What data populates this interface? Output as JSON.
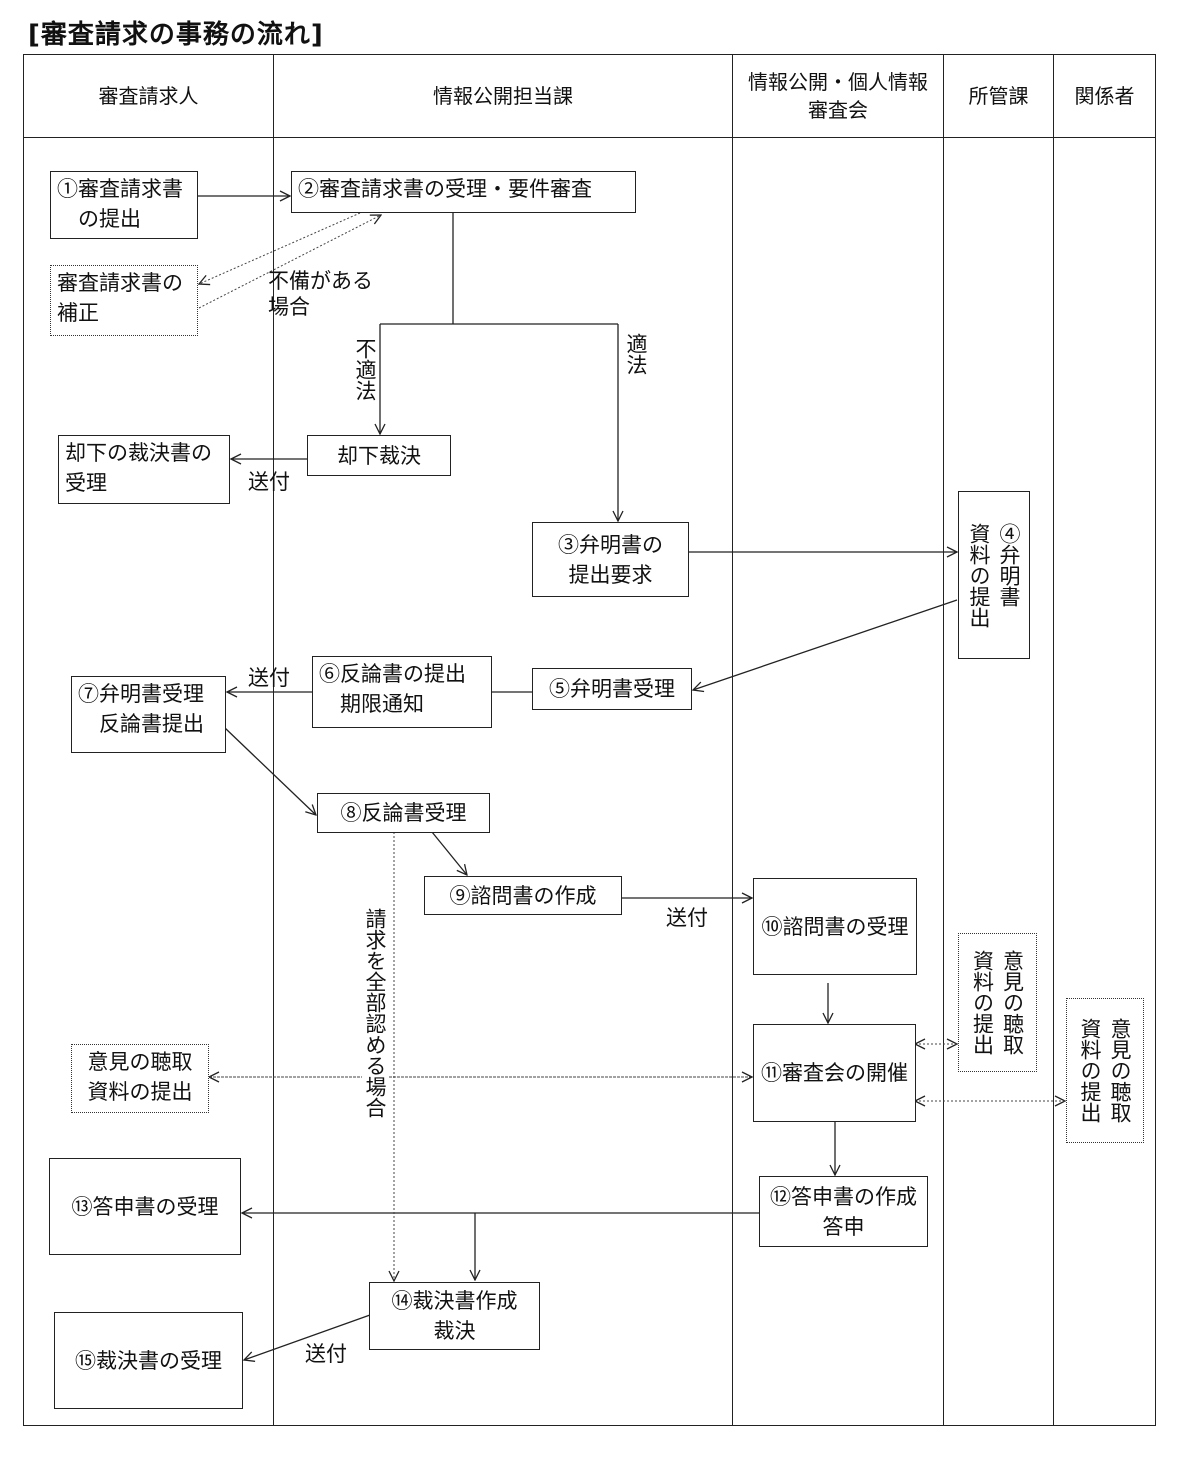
{
  "title": "[審査請求の事務の流れ]",
  "lanes": {
    "requester": "審査請求人",
    "disclosure_section": "情報公開担当課",
    "review_board": "情報公開・個人情報\n審査会",
    "responsible_section": "所管課",
    "related_parties": "関係者"
  },
  "steps": {
    "s1": "①審査請求書\n　の提出",
    "correction": "審査請求書の\n補正",
    "s2": "②審査請求書の受理・要件審査",
    "dismissal": "却下裁決",
    "dismissal_received": "却下の裁決書の\n受理",
    "s3": "③弁明書の\n提出要求",
    "s4": "④弁明書\n資料の提出",
    "s5": "⑤弁明書受理",
    "s6": "⑥反論書の提出\n　期限通知",
    "s7": "⑦弁明書受理\n　反論書提出",
    "s8": "⑧反論書受理",
    "s9": "⑨諮問書の作成",
    "s10": "⑩諮問書の受理",
    "s11": "⑪審査会の開催",
    "opinion_requester": "意見の聴取\n資料の提出",
    "opinion_section": "意見の聴取\n資料の提出",
    "opinion_related": "意見の聴取\n資料の提出",
    "s12": "⑫答申書の作成\n答申",
    "s13": "⑬答申書の受理",
    "s14": "⑭裁決書作成\n裁決",
    "s15": "⑮裁決書の受理"
  },
  "labels": {
    "deficient": "不備がある\n場合",
    "unlawful": "不適法",
    "lawful": "適法",
    "send_1": "送付",
    "send_2": "送付",
    "send_3": "送付",
    "send_4": "送付",
    "grant_all": "請求を全部認める場合"
  }
}
